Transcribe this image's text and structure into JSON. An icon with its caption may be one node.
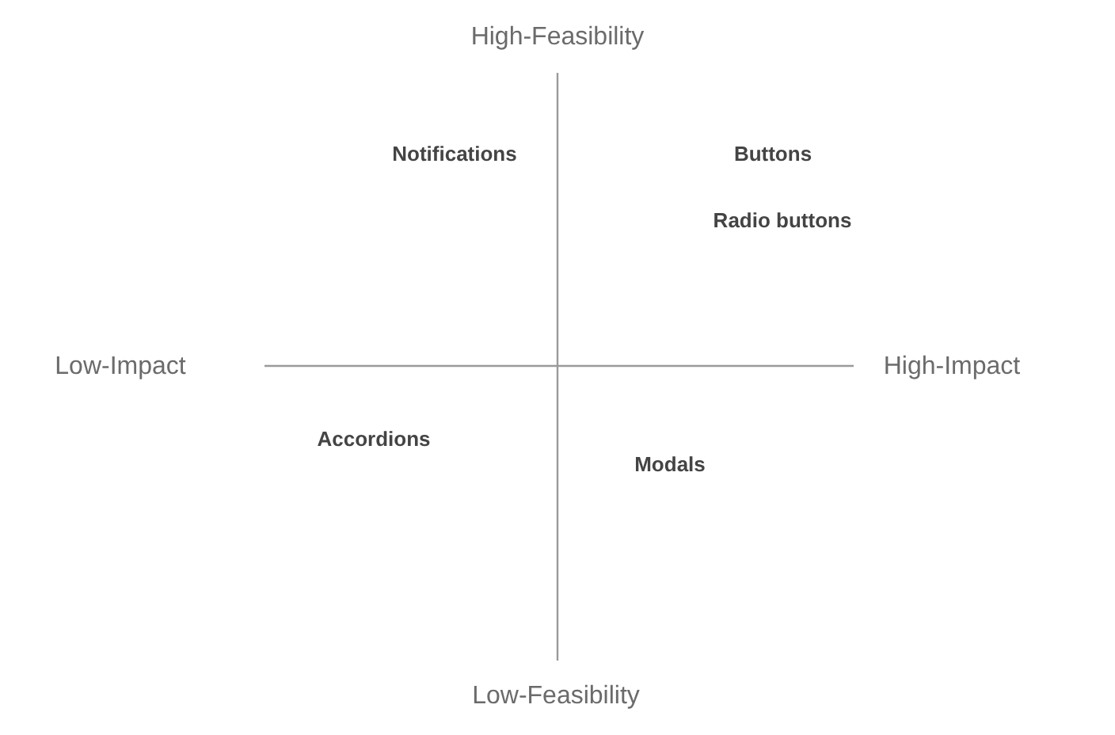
{
  "diagram": {
    "labels": [
      "High-Feasibility",
      "Notifications",
      "Buttons",
      "Radio buttons",
      "Low-Impact",
      "High-Impact",
      "Accordions",
      "Modals",
      "Low-Feasibility"
    ]
  }
}
